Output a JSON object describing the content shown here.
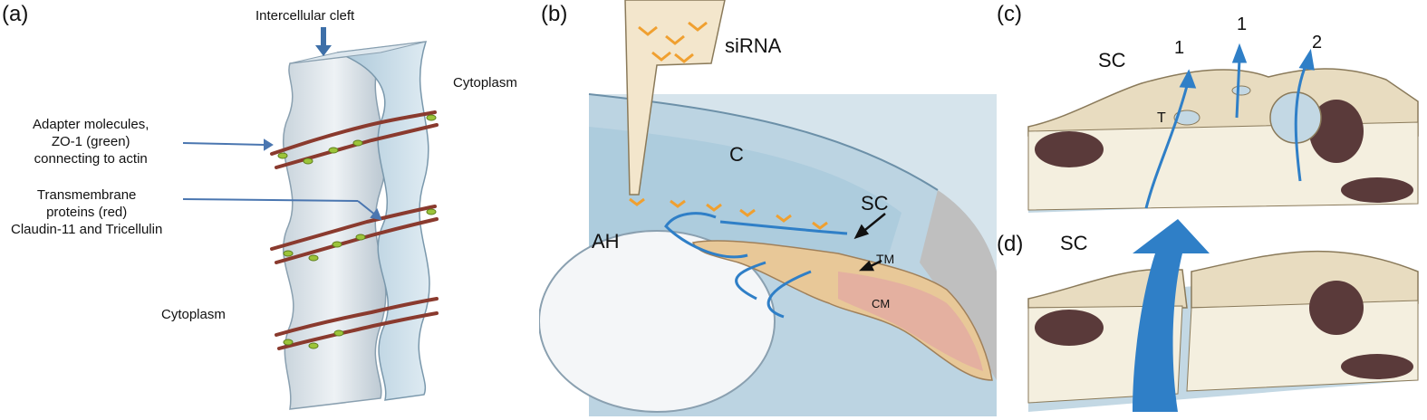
{
  "panel_a": {
    "label": "(a)",
    "cleft": "Intercellular cleft",
    "cyto_top": "Cytoplasm",
    "adapter": [
      "Adapter molecules,",
      "ZO-1 (green)",
      "connecting to actin"
    ],
    "transmembrane": [
      "Transmembrane",
      "proteins (red)",
      "Claudin-11 and Tricellulin"
    ],
    "cyto_bottom": "Cytoplasm"
  },
  "panel_b": {
    "label": "(b)",
    "sirna": "siRNA",
    "c": "C",
    "sc": "SC",
    "ah": "AH",
    "tm": "TM",
    "cm": "CM"
  },
  "panel_c": {
    "label": "(c)",
    "sc": "SC",
    "num1a": "1",
    "num1b": "1",
    "num2": "2",
    "t": "T"
  },
  "panel_d": {
    "label": "(d)",
    "sc": "SC"
  },
  "colors": {
    "flow_blue": "#2f7fc7",
    "tissue_tan": "#e8dcc0",
    "tissue_dark": "#5a3a3a",
    "aqueous_blue": "#c7dbe8",
    "muscle_pink": "#e4b0a0",
    "sirna_orange": "#f0a030"
  }
}
